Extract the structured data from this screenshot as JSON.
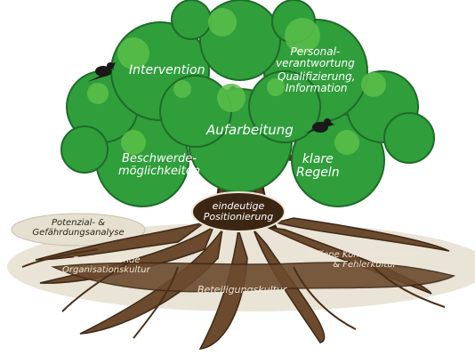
{
  "canopy": {
    "intervention": "Intervention",
    "personal_line1": "Personal-",
    "personal_line2": "verantwortung",
    "quali_line1": "Qualifizierung,",
    "quali_line2": "Information",
    "aufarbeitung": "Aufarbeitung",
    "beschwerde_line1": "Beschwerde-",
    "beschwerde_line2": "möglichkeiten",
    "klare_line1": "klare",
    "klare_line2": "Regeln"
  },
  "trunk": {
    "line1": "eindeutige",
    "line2": "Positionierung"
  },
  "ground": {
    "potenzial_line1": "Potenzial- &",
    "potenzial_line2": "Gefährdungsanalyse"
  },
  "roots": {
    "grenz_line1": "Grenzachtende",
    "grenz_line2": "Organisationskultur",
    "offene_line1": "Offene Kommunikations-",
    "offene_line2": "& Fehlerkultur",
    "beteiligung": "Beteiligungskultur"
  },
  "colors": {
    "leaf": "#2f9e3b",
    "leaf_light": "#5bbf4a",
    "leaf_dark": "#1f6b28",
    "bark": "#5a3a22",
    "root": "#6b4a2e",
    "ground": "#e9e4d6",
    "bird": "#1a1a1a"
  }
}
